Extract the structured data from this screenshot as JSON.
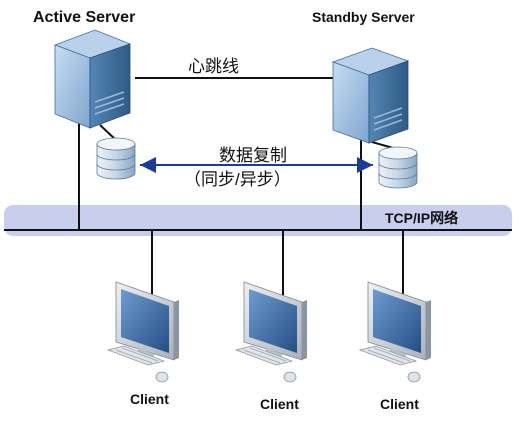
{
  "servers": {
    "active_label": "Active Server",
    "standby_label": "Standby Server"
  },
  "links": {
    "heartbeat_label": "心跳线",
    "replication_label": "数据复制",
    "replication_mode_label": "（同步/异步）"
  },
  "network": {
    "label": "TCP/IP网络"
  },
  "clients": [
    {
      "label": "Client"
    },
    {
      "label": "Client"
    },
    {
      "label": "Client"
    }
  ],
  "colors": {
    "network_band": "#c9cdee",
    "server_front": "#9fc2e4",
    "server_side": "#3e6f9e",
    "replication_arrow": "#1a3a9c",
    "monitor_bezel": "#d9dde2",
    "monitor_screen": "#3b6fae"
  }
}
